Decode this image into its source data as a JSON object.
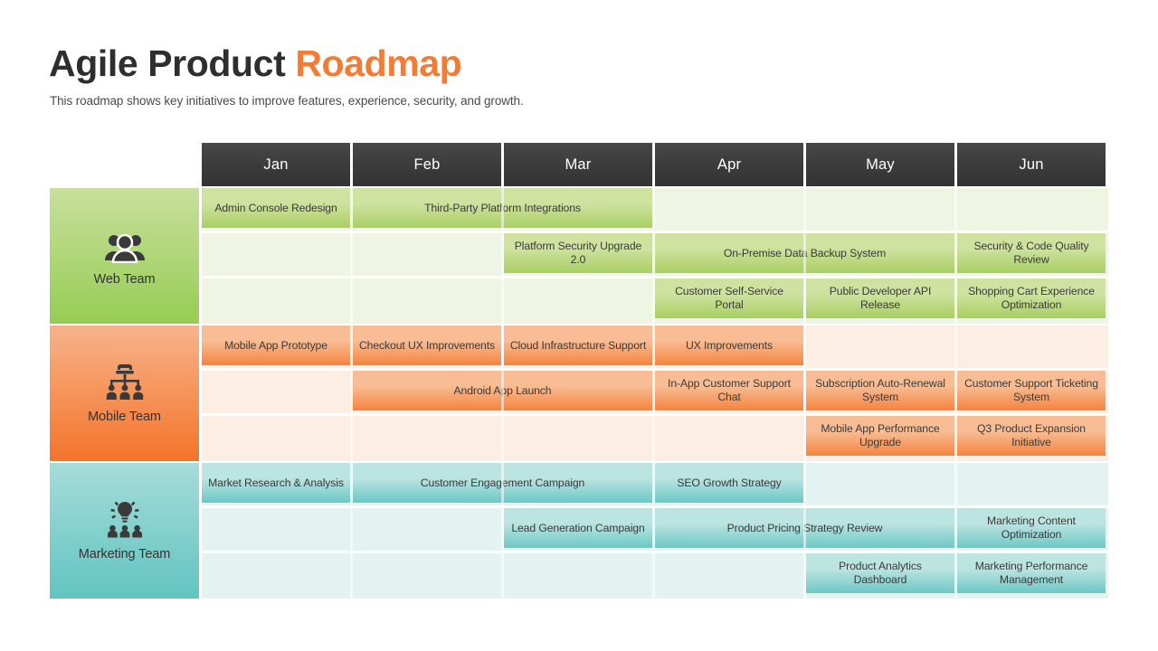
{
  "header": {
    "title_main": "Agile Product ",
    "title_accent": "Roadmap",
    "subtitle": "This roadmap shows key initiatives to improve features, experience, security, and growth."
  },
  "timeline": {
    "months": [
      "Jan",
      "Feb",
      "Mar",
      "Apr",
      "May",
      "Jun"
    ]
  },
  "colors": {
    "web_bar_top": "#cfe2a0",
    "web_bar_bottom": "#a8cf63",
    "web_panel_top": "#c8e09c",
    "web_panel_bottom": "#96cc54",
    "web_zone_bg": "#eef5e2",
    "mobile_bar_top": "#f8bd94",
    "mobile_bar_bottom": "#f5833f",
    "mobile_panel_top": "#f7b38b",
    "mobile_panel_bottom": "#f4742a",
    "mobile_zone_bg": "#fdeee4",
    "marketing_bar_top": "#bce4e1",
    "marketing_bar_bottom": "#6cc8c5",
    "marketing_panel_top": "#a6dcd9",
    "marketing_panel_bottom": "#62c4c1",
    "marketing_zone_bg": "#e3f3f1",
    "header_cell": "#3b3b3b",
    "accent_orange": "#f47b33"
  },
  "teams": [
    {
      "name": "Web Team",
      "icon": "people-group-icon",
      "rows": [
        [
          {
            "label": "Admin Console Redesign",
            "start": 0,
            "span": 1
          },
          {
            "label": "Third-Party Platform Integrations",
            "start": 1,
            "span": 2
          }
        ],
        [
          {
            "label": "Platform Security Upgrade 2.0",
            "start": 2,
            "span": 1
          },
          {
            "label": "On-Premise Data Backup System",
            "start": 3,
            "span": 2
          },
          {
            "label": "Security & Code Quality Review",
            "start": 5,
            "span": 1
          }
        ],
        [
          {
            "label": "Customer Self-Service Portal",
            "start": 3,
            "span": 1
          },
          {
            "label": "Public Developer API Release",
            "start": 4,
            "span": 1
          },
          {
            "label": "Shopping Cart Experience Optimization",
            "start": 5,
            "span": 1
          }
        ]
      ]
    },
    {
      "name": "Mobile Team",
      "icon": "org-chart-icon",
      "rows": [
        [
          {
            "label": "Mobile App Prototype",
            "start": 0,
            "span": 1
          },
          {
            "label": "Checkout UX Improvements",
            "start": 1,
            "span": 1
          },
          {
            "label": "Cloud Infrastructure Support",
            "start": 2,
            "span": 1
          },
          {
            "label": "UX Improvements",
            "start": 3,
            "span": 1
          }
        ],
        [
          {
            "label": "Android App Launch",
            "start": 1,
            "span": 2
          },
          {
            "label": "In-App Customer Support Chat",
            "start": 3,
            "span": 1
          },
          {
            "label": "Subscription Auto-Renewal System",
            "start": 4,
            "span": 1
          },
          {
            "label": "Customer Support Ticketing System",
            "start": 5,
            "span": 1
          }
        ],
        [
          {
            "label": "Mobile App Performance Upgrade",
            "start": 4,
            "span": 1
          },
          {
            "label": "Q3 Product Expansion Initiative",
            "start": 5,
            "span": 1
          }
        ]
      ]
    },
    {
      "name": "Marketing Team",
      "icon": "lightbulb-team-icon",
      "rows": [
        [
          {
            "label": "Market Research & Analysis",
            "start": 0,
            "span": 1
          },
          {
            "label": "Customer Engagement Campaign",
            "start": 1,
            "span": 2
          },
          {
            "label": "SEO Growth Strategy",
            "start": 3,
            "span": 1
          }
        ],
        [
          {
            "label": "Lead Generation Campaign",
            "start": 2,
            "span": 1
          },
          {
            "label": "Product Pricing Strategy Review",
            "start": 3,
            "span": 2
          },
          {
            "label": "Marketing Content Optimization",
            "start": 5,
            "span": 1
          }
        ],
        [
          {
            "label": "Product Analytics Dashboard",
            "start": 4,
            "span": 1
          },
          {
            "label": "Marketing Performance Management",
            "start": 5,
            "span": 1
          }
        ]
      ]
    }
  ]
}
